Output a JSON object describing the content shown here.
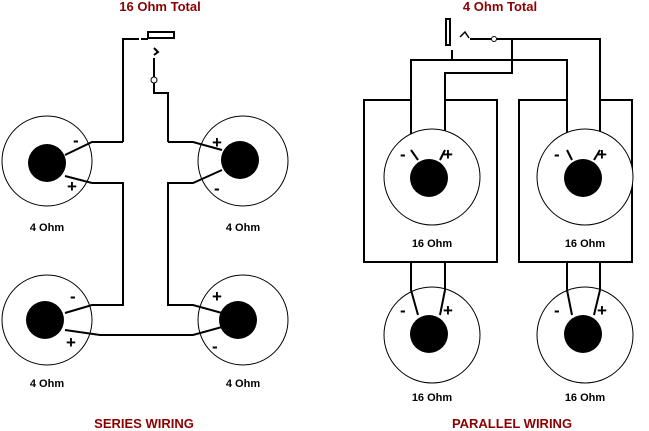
{
  "series": {
    "total_label": "16 Ohm Total",
    "caption": "SERIES WIRING",
    "speakers": [
      {
        "label": "4 Ohm",
        "top_sign": "-",
        "bottom_sign": "+"
      },
      {
        "label": "4 Ohm",
        "top_sign": "+",
        "bottom_sign": "-"
      },
      {
        "label": "4 Ohm",
        "top_sign": "-",
        "bottom_sign": "+"
      },
      {
        "label": "4 Ohm",
        "top_sign": "+",
        "bottom_sign": "-"
      }
    ]
  },
  "parallel": {
    "total_label": "4 Ohm Total",
    "caption": "PARALLEL WIRING",
    "speakers": [
      {
        "label": "16 Ohm",
        "neg": "-",
        "pos": "+"
      },
      {
        "label": "16 Ohm",
        "neg": "-",
        "pos": "+"
      },
      {
        "label": "16 Ohm",
        "neg": "-",
        "pos": "+"
      },
      {
        "label": "16 Ohm",
        "neg": "-",
        "pos": "+"
      }
    ]
  }
}
